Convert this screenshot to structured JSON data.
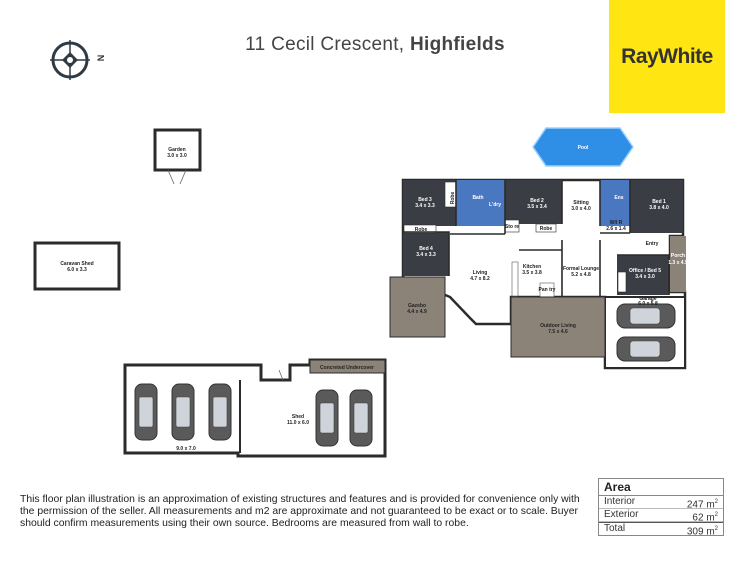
{
  "header": {
    "address": "11 Cecil Crescent,",
    "suburb": "Highfields",
    "brand": "RayWhite",
    "compass_letter": "N"
  },
  "colors": {
    "brand_yellow": "#ffe512",
    "wall": "#2b2b2b",
    "room_wet": "#4a78c0",
    "pool": "#2f8fe6",
    "outdoor": "#8c8378",
    "floor": "#ffffff"
  },
  "rooms": {
    "garden": {
      "name": "Garden",
      "size": "3.0 x 3.0"
    },
    "caravan_shed": {
      "name": "Caravan Shed",
      "size": "6.0 x 3.3"
    },
    "pool": {
      "name": "Pool"
    },
    "bed3": {
      "name": "Bed 3",
      "size": "3.4 x 3.3"
    },
    "robe1": {
      "name": "Robe"
    },
    "robe2": {
      "name": "Robe"
    },
    "robe3": {
      "name": "Robe"
    },
    "bed4": {
      "name": "Bed 4",
      "size": "3.4 x 3.3"
    },
    "bath": {
      "name": "Bath"
    },
    "laundry": {
      "name": "L'dry"
    },
    "store": {
      "name": "Sto re"
    },
    "bed2": {
      "name": "Bed 2",
      "size": "3.5 x 3.4"
    },
    "sitting": {
      "name": "Sitting",
      "size": "3.0 x 4.0"
    },
    "ens": {
      "name": "Ens"
    },
    "wir": {
      "name": "W/I R",
      "size": "2.6 x 1.4"
    },
    "bed1": {
      "name": "Bed 1",
      "size": "3.8 x 4.0"
    },
    "entry": {
      "name": "Entry"
    },
    "porch": {
      "name": "Porch",
      "size": "1.3 x 4.5"
    },
    "living": {
      "name": "Living",
      "size": "4.7 x 8.2"
    },
    "kitchen": {
      "name": "Kitchen",
      "size": "3.5 x 3.8"
    },
    "pantry": {
      "name": "Pan try"
    },
    "formal_lounge": {
      "name": "Formal Lounge",
      "size": "5.2 x 4.8"
    },
    "office": {
      "name": "Office / Bed 5",
      "size": "3.4 x 3.0"
    },
    "garage": {
      "name": "Garage",
      "size": "6.0 x 5.8"
    },
    "gazebo": {
      "name": "Gazebo",
      "size": "4.4 x 4.9"
    },
    "outdoor_living": {
      "name": "Outdoor Living",
      "size": "7.5 x 4.6"
    },
    "carport": {
      "size": "9.0 x 7.0"
    },
    "concreted_undercover": {
      "name": "Concreted Undercover"
    },
    "shed": {
      "name": "Shed",
      "size": "11.0 x 6.0"
    }
  },
  "disclaimer": "This floor plan illustration is an approximation of existing structures and features and is provided for convenience only with the permission of the seller. All measurements and m2 are approximate and not guaranteed to be exact or to scale. Buyer should confirm measurements using their own source. Bedrooms are measured from wall to robe.",
  "area": {
    "heading": "Area",
    "rows": [
      {
        "label": "Interior",
        "value": "247 m",
        "unit_sup": "2"
      },
      {
        "label": "Exterior",
        "value": "62 m",
        "unit_sup": "2"
      },
      {
        "label": "Total",
        "value": "309 m",
        "unit_sup": "2"
      }
    ]
  }
}
